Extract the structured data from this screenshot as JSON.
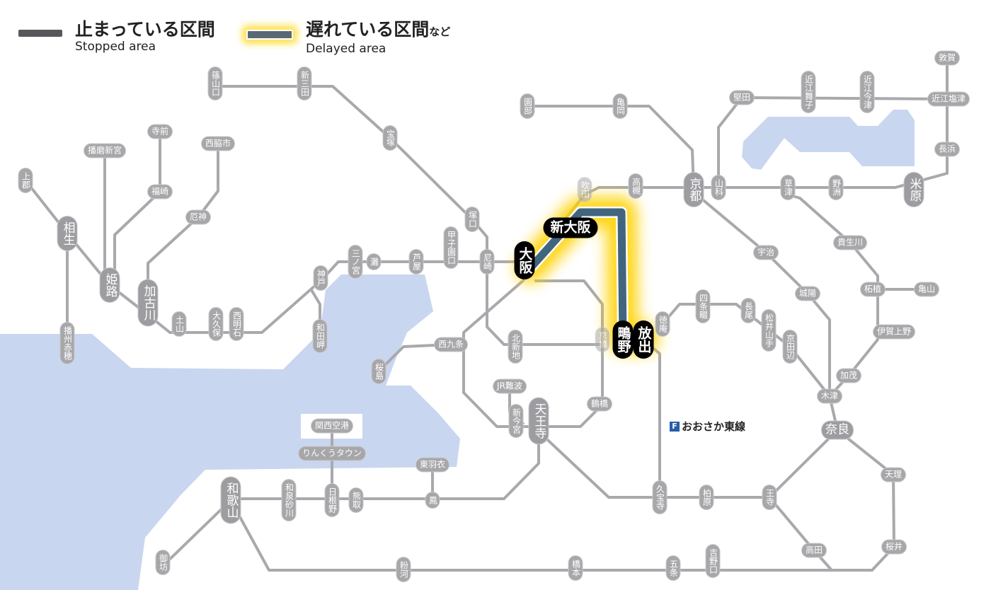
{
  "legend": {
    "stopped": {
      "jp": "止まっている区間",
      "en": "Stopped area",
      "color": "#58585c"
    },
    "delayed": {
      "jp": "遅れている区間",
      "suffix": "など",
      "en": "Delayed area",
      "color": "#586874",
      "glow": "#ffd700"
    }
  },
  "colors": {
    "line": "#a9a9ad",
    "sea": "#c9d6f0",
    "station": "#a7a7aa",
    "delayed_line": "#41657f"
  },
  "line_labels": {
    "osaka_higashi": {
      "icon": "F",
      "label": "おおさか東線"
    }
  },
  "delayed_section": [
    "大阪",
    "新大阪",
    "鴫野",
    "放出"
  ],
  "stations": [
    "篠山口",
    "新三田",
    "宝塚",
    "塚口",
    "甲子園口",
    "芦屋",
    "尼崎",
    "灘",
    "三ノ宮",
    "神戸",
    "和田岬",
    "西明石",
    "大久保",
    "土山",
    "加古川",
    "厄神",
    "西脇市",
    "寺前",
    "福崎",
    "播磨新宮",
    "上郡",
    "相生",
    "姫路",
    "播州赤穂",
    "園部",
    "亀岡",
    "吹田",
    "高槻",
    "京都",
    "山科",
    "堅田",
    "近江舞子",
    "近江今津",
    "敦賀",
    "近江塩津",
    "長浜",
    "米原",
    "野洲",
    "草津",
    "貴生川",
    "宇治",
    "城陽",
    "柘植",
    "亀山",
    "伊賀上野",
    "加茂",
    "木津",
    "奈良",
    "天理",
    "桜井",
    "高田",
    "王寺",
    "柏原",
    "久宝寺",
    "四条畷",
    "長尾",
    "松井山手",
    "京田辺",
    "徳庵",
    "放出",
    "鴫野",
    "京橋",
    "北新地",
    "西九条",
    "桜島",
    "大阪",
    "新大阪",
    "JR難波",
    "新今宮",
    "天王寺",
    "鶴橋",
    "東羽衣",
    "鳳",
    "熊取",
    "日根野",
    "りんくうタウン",
    "関西空港",
    "和泉砂川",
    "和歌山",
    "御坊",
    "粉河",
    "橋本",
    "五条",
    "吉野口"
  ]
}
